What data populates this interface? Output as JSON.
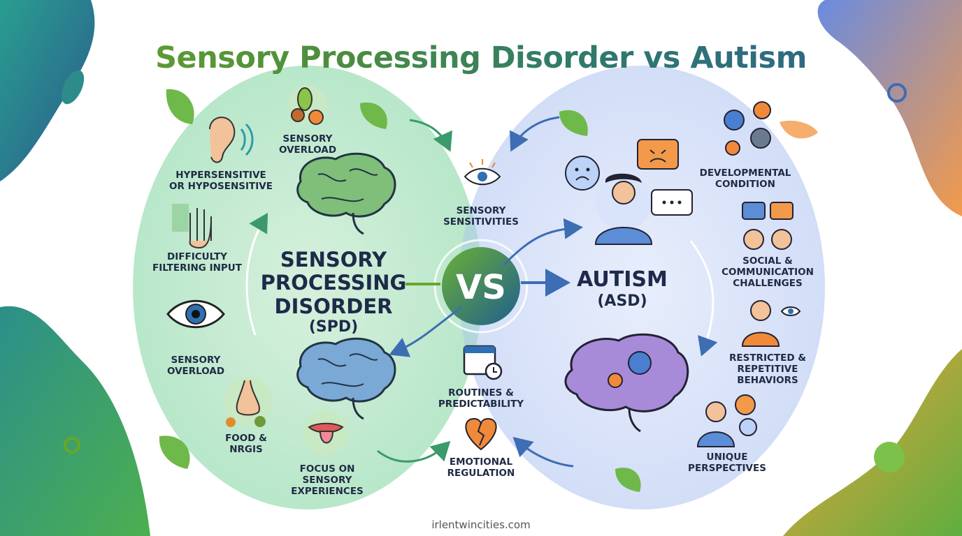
{
  "title": "Sensory Processing Disorder vs Autism",
  "center": {
    "vs": "VS"
  },
  "spd": {
    "heading_line1": "SENSORY",
    "heading_line2": "PROCESSING",
    "heading_line3": "DISORDER",
    "abbr": "(SPD)",
    "items": [
      "HYPERSENSITIVE\nOR HYPOSENSITIVE",
      "SENSORY\nOVERLOAD",
      "DIFFICULTY\nFILTERING INPUT",
      "SENSORY\nOVERLOAD",
      "FOOD &\nNRGIS",
      "FOCUS ON\nSENSORY\nEXPERIENCES"
    ]
  },
  "overlap": {
    "items": [
      "SENSORY\nSENSITIVITIES",
      "ROUTINES &\nPREDICTABILITY",
      "EMOTIONAL\nREGULATION"
    ]
  },
  "autism": {
    "heading": "AUTISM",
    "abbr": "(ASD)",
    "items": [
      "DEVELOPMENTAL\nCONDITION",
      "SOCIAL &\nCOMMUNICATION\nCHALLENGES",
      "RESTRICTED &\nREPETITIVE\nBEHAVIORS",
      "UNIQUE\nPERSPECTIVES"
    ]
  },
  "footer": "irlentwincities.com",
  "colors": {
    "spd_green": "#6aa62a",
    "asd_blue": "#2d5f93",
    "text_dark": "#1f2a44"
  }
}
